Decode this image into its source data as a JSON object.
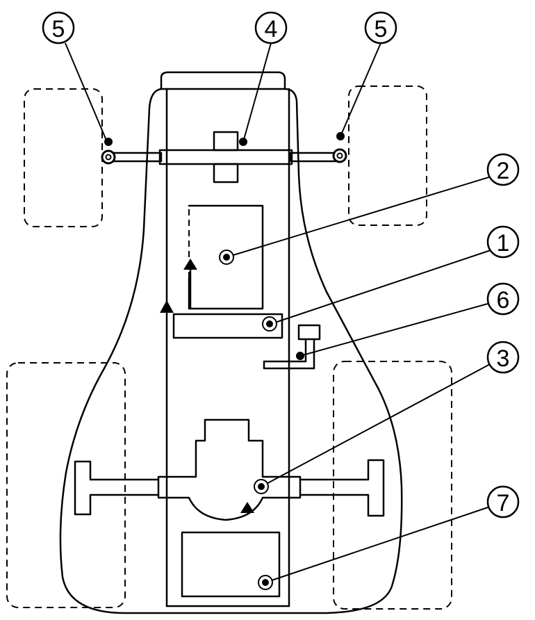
{
  "callouts": [
    {
      "id": "c1",
      "label": "1"
    },
    {
      "id": "c2",
      "label": "2"
    },
    {
      "id": "c3",
      "label": "3"
    },
    {
      "id": "c4",
      "label": "4"
    },
    {
      "id": "c5a",
      "label": "5"
    },
    {
      "id": "c5b",
      "label": "5"
    },
    {
      "id": "c6",
      "label": "6"
    },
    {
      "id": "c7",
      "label": "7"
    }
  ]
}
